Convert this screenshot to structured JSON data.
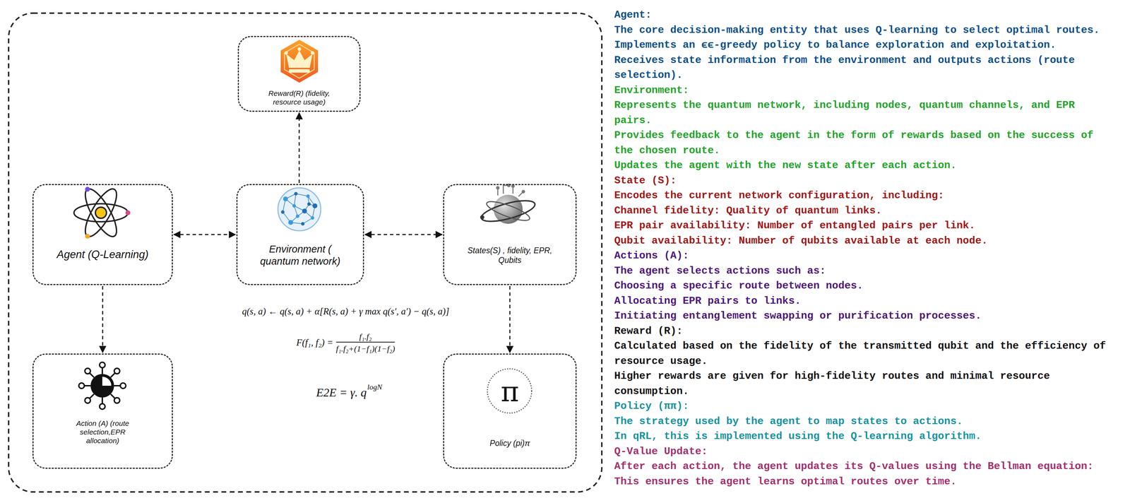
{
  "diagram": {
    "nodes": [
      {
        "text": [
          "Reward(R) (fidelity, resource usage)"
        ]
      },
      {
        "text": [
          "Agent (Q-Learning)"
        ]
      },
      {
        "text": [
          "Environment ( quantum network)"
        ]
      },
      {
        "text": [
          "States(S) , fidelity, EPR, Qubits"
        ]
      },
      {
        "text": [
          "Action (A) (route selection,EPR allocation)"
        ]
      },
      {
        "text": [
          "π",
          "Policy (pi)π"
        ]
      }
    ],
    "edges": [
      {
        "from": 1,
        "to": 2,
        "arrow": "both"
      },
      {
        "from": 2,
        "to": 3,
        "arrow": "both"
      },
      {
        "from": 2,
        "to": 0,
        "arrow": "to"
      },
      {
        "from": 1,
        "to": 4,
        "arrow": "to"
      },
      {
        "from": 3,
        "to": 5,
        "arrow": "to"
      }
    ],
    "labels": [
      "q(s, a) ← q(s, a) + α[R(s, a) + γ max q(s′, a′) − q(s, a)]",
      "F(f₁, f₂) =",
      "f₁.f₂",
      "f₁.f₂+(1−f₁)(1−f₂)",
      "E2E = γ. q",
      "logN",
      "Agent:",
      "The core decision-making entity that uses Q-learning to select optimal routes.",
      "Implements an ϵϵ-greedy policy to balance exploration and exploitation.",
      "Receives state information from the environment and outputs actions (route selection).",
      "Environment:",
      "Represents the quantum network, including nodes, quantum channels, and EPR pairs.",
      "Provides feedback to the agent in the form of rewards based on the success of the chosen route.",
      "Updates the agent with the new state after each action.",
      "State (S):",
      "Encodes the current network configuration, including:",
      "Channel fidelity: Quality of quantum links.",
      "EPR pair availability: Number of entangled pairs per link.",
      "Qubit availability: Number of qubits available at each node.",
      "Actions (A):",
      "The agent selects actions such as:",
      "Choosing a specific route between nodes.",
      "Allocating EPR pairs to links.",
      "Initiating entanglement swapping or purification processes.",
      "Reward (R):",
      "Calculated based on the fidelity of the transmitted qubit and the efficiency of resource usage.",
      "Higher rewards are given for high-fidelity routes and minimal resource consumption.",
      "Policy (ππ):",
      "The strategy used by the agent to map states to actions.",
      "In qRL, this is implemented using the Q-learning algorithm.",
      "Q-Value Update:",
      "After each action, the agent updates its Q-values using the Bellman equation:",
      "This ensures the agent learns optimal routes over time."
    ]
  }
}
